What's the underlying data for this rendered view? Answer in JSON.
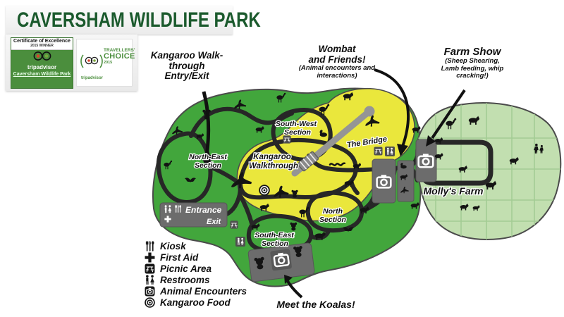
{
  "header": {
    "title": "CAVERSHAM WILDLIFE PARK"
  },
  "badges": {
    "certificate": {
      "title": "Certificate of Excellence",
      "subtitle": "2015 WINNER",
      "brand": "tripadvisor",
      "park_link": "Caversham Wildlife Park"
    },
    "travellers_choice": {
      "line1": "TRAVELLERS'",
      "line2": "CHOICE",
      "year": "2015",
      "brand": "tripadvisor"
    }
  },
  "annotations": {
    "kangaroo_entry": {
      "line1": "Kangaroo Walk-",
      "line2": "through",
      "line3": "Entry/Exit"
    },
    "wombat": {
      "line1": "Wombat",
      "line2": "and Friends!",
      "line3": "(Animal encounters and",
      "line4": "interactions)"
    },
    "farm_show": {
      "line1": "Farm Show",
      "line2": "(Sheep Shearing,",
      "line3": "Lamb feeding, whip",
      "line4": "cracking!)"
    },
    "koalas": {
      "label": "Meet the Koalas!"
    }
  },
  "map": {
    "sections": {
      "north_east": {
        "line1": "North-East",
        "line2": "Section"
      },
      "south_west": {
        "line1": "South-West",
        "line2": "Section"
      },
      "kangaroo_walkthrough": {
        "line1": "Kangaroo",
        "line2": "Walkthrough"
      },
      "bridge": {
        "label": "The Bridge"
      },
      "north": {
        "line1": "North",
        "line2": "Section"
      },
      "south_east": {
        "line1": "South-East",
        "line2": "Section"
      },
      "mollys_farm": {
        "label": "Molly's Farm"
      }
    },
    "entrance": {
      "entrance_label": "Entrance",
      "exit_label": "Exit"
    }
  },
  "legend": {
    "items": [
      {
        "icon": "kiosk-icon",
        "label": "Kiosk"
      },
      {
        "icon": "first-aid-icon",
        "label": "First Aid"
      },
      {
        "icon": "picnic-area-icon",
        "label": "Picnic Area"
      },
      {
        "icon": "restrooms-icon",
        "label": "Restrooms"
      },
      {
        "icon": "animal-encounters-icon",
        "label": "Animal Encounters"
      },
      {
        "icon": "kangaroo-food-icon",
        "label": "Kangaroo Food"
      }
    ]
  },
  "colors": {
    "title_green": "#1b5a2d",
    "badge_green": "#4b8e3d",
    "park_green": "#42a63c",
    "walkthrough_yellow": "#eae73c",
    "farm_light_green": "#c2dfb0",
    "trail_black": "#272727",
    "info_box_gray": "#6c6c6c",
    "walkway_gray": "#959595"
  }
}
